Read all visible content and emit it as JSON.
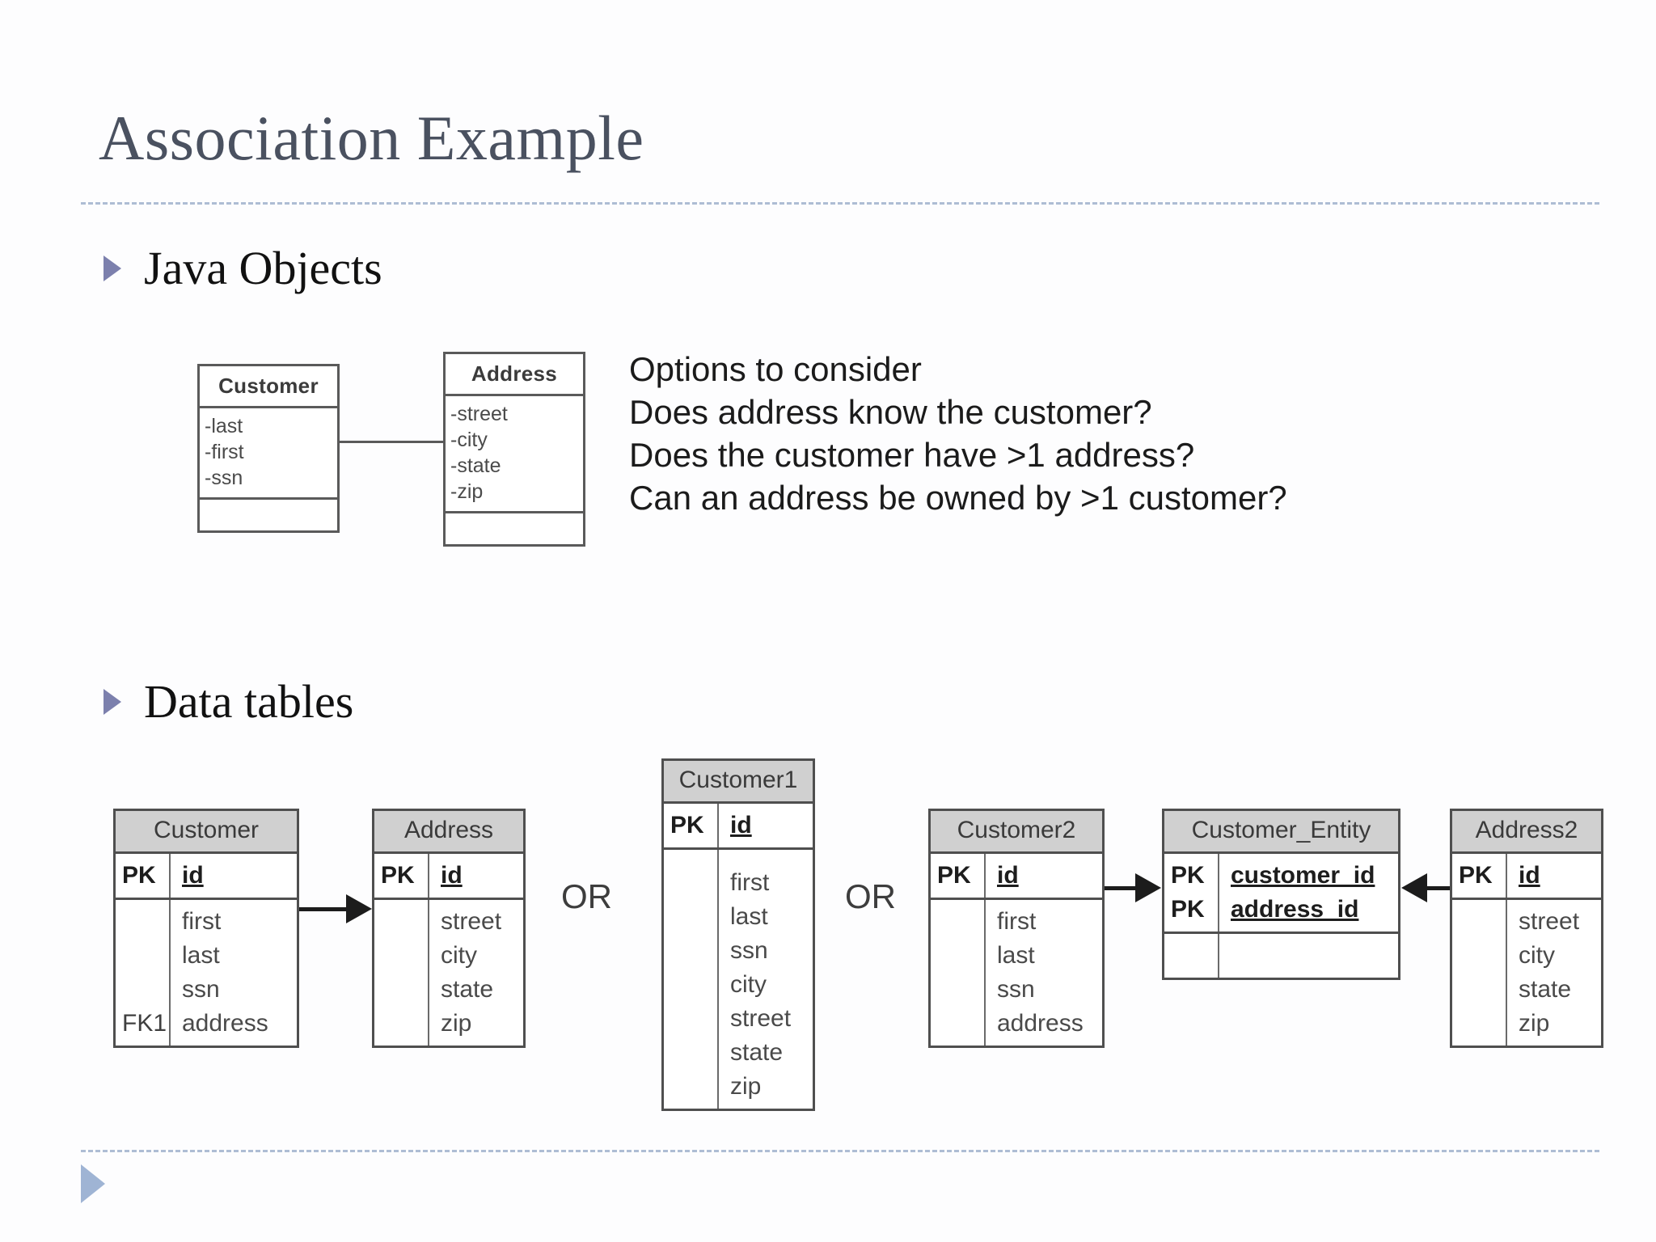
{
  "slide": {
    "title": "Association Example",
    "bullets": [
      {
        "label": "Java Objects"
      },
      {
        "label": "Data tables"
      }
    ],
    "or_labels": [
      "OR",
      "OR"
    ]
  },
  "uml": {
    "customer": {
      "name": "Customer",
      "attributes": [
        "-last",
        "-first",
        "-ssn"
      ],
      "methods": []
    },
    "address": {
      "name": "Address",
      "attributes": [
        "-street",
        "-city",
        "-state",
        "-zip"
      ],
      "methods": []
    }
  },
  "options": {
    "lines": [
      "Options to consider",
      "Does address know the customer?",
      "Does the customer have >1 address?",
      "Can an address be owned by >1 customer?"
    ]
  },
  "tables": {
    "customer": {
      "name": "Customer",
      "key_rows": [
        {
          "key": "PK",
          "field": "id"
        }
      ],
      "body_keys": [
        "FK1"
      ],
      "body_fields": [
        "first",
        "last",
        "ssn",
        "address"
      ]
    },
    "address": {
      "name": "Address",
      "key_rows": [
        {
          "key": "PK",
          "field": "id"
        }
      ],
      "body_keys": [],
      "body_fields": [
        "street",
        "city",
        "state",
        "zip"
      ]
    },
    "customer1": {
      "name": "Customer1",
      "key_rows": [
        {
          "key": "PK",
          "field": "id"
        }
      ],
      "body_keys": [],
      "body_fields": [
        "first",
        "last",
        "ssn",
        "city",
        "street",
        "state",
        "zip"
      ]
    },
    "customer2": {
      "name": "Customer2",
      "key_rows": [
        {
          "key": "PK",
          "field": "id"
        }
      ],
      "body_keys": [],
      "body_fields": [
        "first",
        "last",
        "ssn",
        "address"
      ]
    },
    "customer_entity": {
      "name": "Customer_Entity",
      "key_rows": [
        {
          "key": "PK",
          "field": "customer_id"
        },
        {
          "key": "PK",
          "field": "address_id"
        }
      ],
      "body_keys": [],
      "body_fields": []
    },
    "address2": {
      "name": "Address2",
      "key_rows": [
        {
          "key": "PK",
          "field": "id"
        }
      ],
      "body_keys": [],
      "body_fields": [
        "street",
        "city",
        "state",
        "zip"
      ]
    }
  },
  "colors": {
    "title": "#4a5160",
    "rule": "#aebdd4",
    "bullet": "#7c80ad",
    "table_header_bg": "#d0d0d0",
    "footer_triangle": "#9fb4d4"
  }
}
